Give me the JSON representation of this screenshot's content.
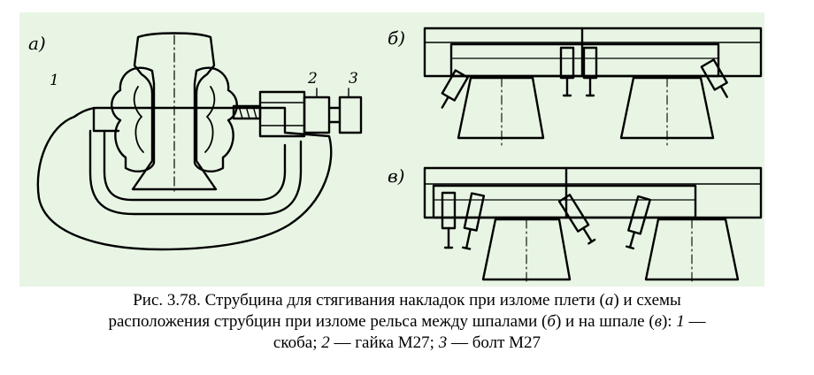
{
  "figure": {
    "panel_labels": [
      "а)",
      "б)",
      "в)"
    ],
    "part_numbers": [
      "1",
      "2",
      "3"
    ]
  },
  "caption": {
    "line1_prefix": "Рис. 3.78. Струбцина для стягивания накладок при изломе плети (",
    "label_a": "а",
    "line1_suffix": ") и схемы",
    "line2_prefix": "расположения струбцин при изломе рельса между шпалами (",
    "label_b": "б",
    "line2_mid": ") и на шпале (",
    "label_v": "в",
    "line2_mid2": "): ",
    "num1": "1",
    "line2_suffix": " —",
    "line3_prefix": "скоба; ",
    "num2": "2",
    "line3_mid": " — гайка М27; ",
    "num3": "3",
    "line3_suffix": " — болт М27"
  }
}
